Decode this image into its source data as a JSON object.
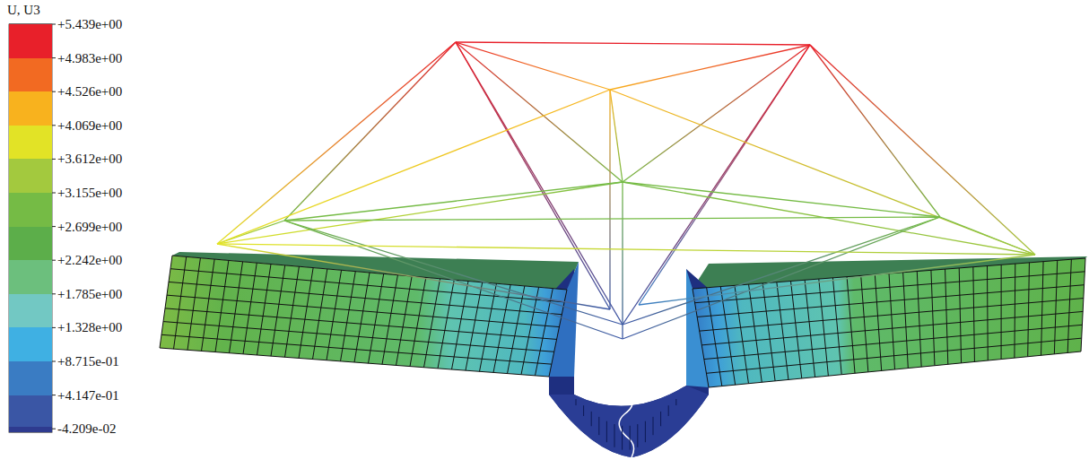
{
  "diagram": {
    "labels": [
      "U, U3"
    ],
    "legend": [
      {
        "text": "+5.439e+00",
        "color": "#e8202a"
      },
      {
        "text": "+4.983e+00",
        "color": "#f26a22"
      },
      {
        "text": "+4.526e+00",
        "color": "#f8b21e"
      },
      {
        "text": "+4.069e+00",
        "color": "#e2e326"
      },
      {
        "text": "+3.612e+00",
        "color": "#a3c93e"
      },
      {
        "text": "+3.155e+00",
        "color": "#75bb45"
      },
      {
        "text": "+2.699e+00",
        "color": "#5cae4a"
      },
      {
        "text": "+2.242e+00",
        "color": "#6cbf7d"
      },
      {
        "text": "+1.785e+00",
        "color": "#72c8c3"
      },
      {
        "text": "+1.328e+00",
        "color": "#3fb0e3"
      },
      {
        "text": "+8.715e-01",
        "color": "#3a7cc3"
      },
      {
        "text": "+4.147e-01",
        "color": "#3a56a5"
      },
      {
        "text": "-4.209e-02",
        "color": "#2e3b8f"
      }
    ]
  }
}
